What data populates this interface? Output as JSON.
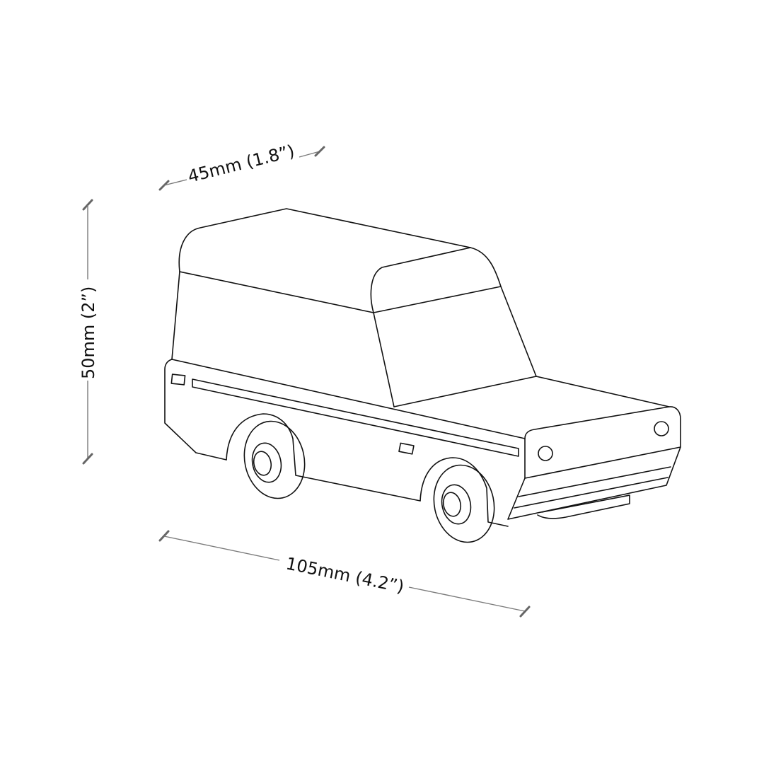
{
  "diagram": {
    "subject": "toy car line drawing",
    "dimensions": {
      "width": {
        "label": "45mm (1.8”)",
        "value_mm": 45,
        "value_in": 1.8
      },
      "height": {
        "label": "50mm (2”)",
        "value_mm": 50,
        "value_in": 2
      },
      "length": {
        "label": "105mm (4.2”)",
        "value_mm": 105,
        "value_in": 4.2
      }
    },
    "colors": {
      "background": "#ffffff",
      "outline": "#111111",
      "dimension_line": "#7a7a7a"
    }
  }
}
